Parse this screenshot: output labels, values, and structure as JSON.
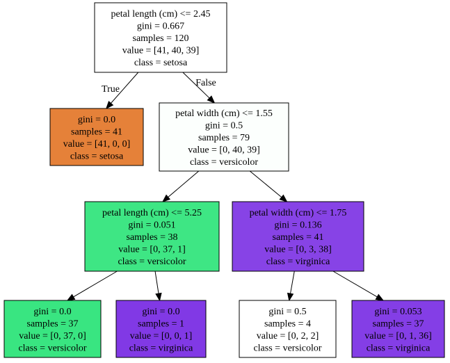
{
  "tree": {
    "nodes": [
      {
        "id": "n0",
        "fill": "#ffffff",
        "lines": [
          "petal length (cm) <= 2.45",
          "gini = 0.667",
          "samples = 120",
          "value = [41, 40, 39]",
          "class = setosa"
        ]
      },
      {
        "id": "n1",
        "fill": "#e58139",
        "lines": [
          "gini = 0.0",
          "samples = 41",
          "value = [41, 0, 0]",
          "class = setosa"
        ]
      },
      {
        "id": "n2",
        "fill": "#fcfffd",
        "lines": [
          "petal width (cm) <= 1.55",
          "gini = 0.5",
          "samples = 79",
          "value = [0, 40, 39]",
          "class = versicolor"
        ]
      },
      {
        "id": "n3",
        "fill": "#3ee684",
        "lines": [
          "petal length (cm) <= 5.25",
          "gini = 0.051",
          "samples = 38",
          "value = [0, 37, 1]",
          "class = versicolor"
        ]
      },
      {
        "id": "n4",
        "fill": "#8743e6",
        "lines": [
          "petal width (cm) <= 1.75",
          "gini = 0.136",
          "samples = 41",
          "value = [0, 3, 38]",
          "class = virginica"
        ]
      },
      {
        "id": "n5",
        "fill": "#39e581",
        "lines": [
          "gini = 0.0",
          "samples = 37",
          "value = [0, 37, 0]",
          "class = versicolor"
        ]
      },
      {
        "id": "n6",
        "fill": "#8139e5",
        "lines": [
          "gini = 0.0",
          "samples = 1",
          "value = [0, 0, 1]",
          "class = virginica"
        ]
      },
      {
        "id": "n7",
        "fill": "#ffffff",
        "lines": [
          "gini = 0.5",
          "samples = 4",
          "value = [0, 2, 2]",
          "class = versicolor"
        ]
      },
      {
        "id": "n8",
        "fill": "#843ee6",
        "lines": [
          "gini = 0.053",
          "samples = 37",
          "value = [0, 1, 36]",
          "class = virginica"
        ]
      }
    ],
    "edges": [
      {
        "from": "n0",
        "to": "n1",
        "label": "True"
      },
      {
        "from": "n0",
        "to": "n2",
        "label": "False"
      },
      {
        "from": "n2",
        "to": "n3",
        "label": ""
      },
      {
        "from": "n2",
        "to": "n4",
        "label": ""
      },
      {
        "from": "n3",
        "to": "n5",
        "label": ""
      },
      {
        "from": "n3",
        "to": "n6",
        "label": ""
      },
      {
        "from": "n4",
        "to": "n7",
        "label": ""
      },
      {
        "from": "n4",
        "to": "n8",
        "label": ""
      }
    ]
  }
}
